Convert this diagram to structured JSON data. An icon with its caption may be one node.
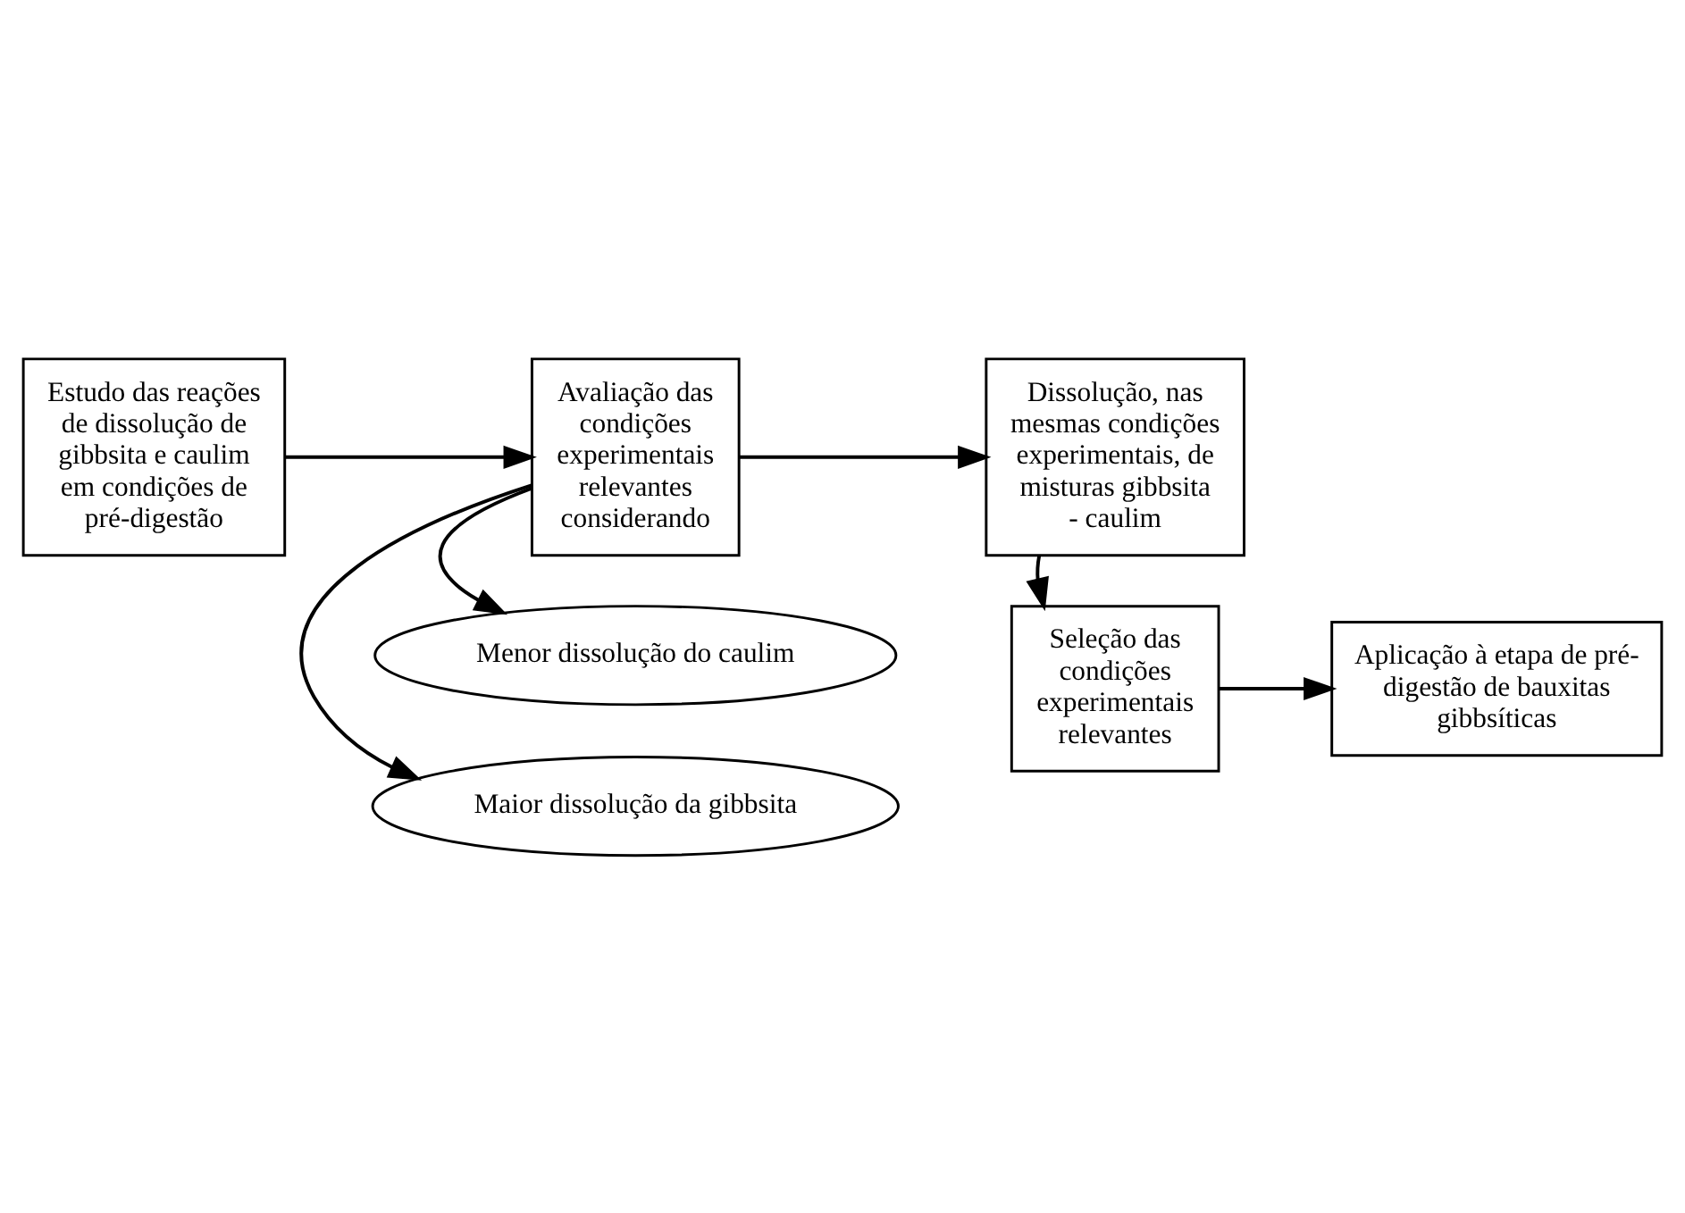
{
  "diagram": {
    "nodes": [
      {
        "text": [
          "Maior dissolução da gibbsita"
        ]
      },
      {
        "text": [
          "Estudo das reações de dissolução de gibbsita e caulim em condições de pré-digestão"
        ]
      },
      {
        "text": [
          "Avaliação das condições experimentais relevantes considerando"
        ]
      },
      {
        "text": [
          "Dissolução, nas mesmas condições experimentais, de misturas gibbsita - caulim"
        ]
      },
      {
        "text": [
          "Menor dissolução do caulim"
        ]
      },
      {
        "text": [
          "Seleção das condições experimentais relevantes"
        ]
      },
      {
        "text": [
          "Aplicação à etapa de pré-digestão de bauxitas gibbsíticas"
        ]
      }
    ],
    "edges": [
      {
        "from": 1,
        "to": 2,
        "arrow": "to"
      },
      {
        "from": 2,
        "to": 0,
        "arrow": "to"
      },
      {
        "from": 2,
        "to": 4,
        "arrow": "to"
      },
      {
        "from": 2,
        "to": 3,
        "arrow": "to"
      },
      {
        "from": 3,
        "to": 5,
        "arrow": "to"
      },
      {
        "from": 5,
        "to": 6,
        "arrow": "to"
      }
    ]
  }
}
